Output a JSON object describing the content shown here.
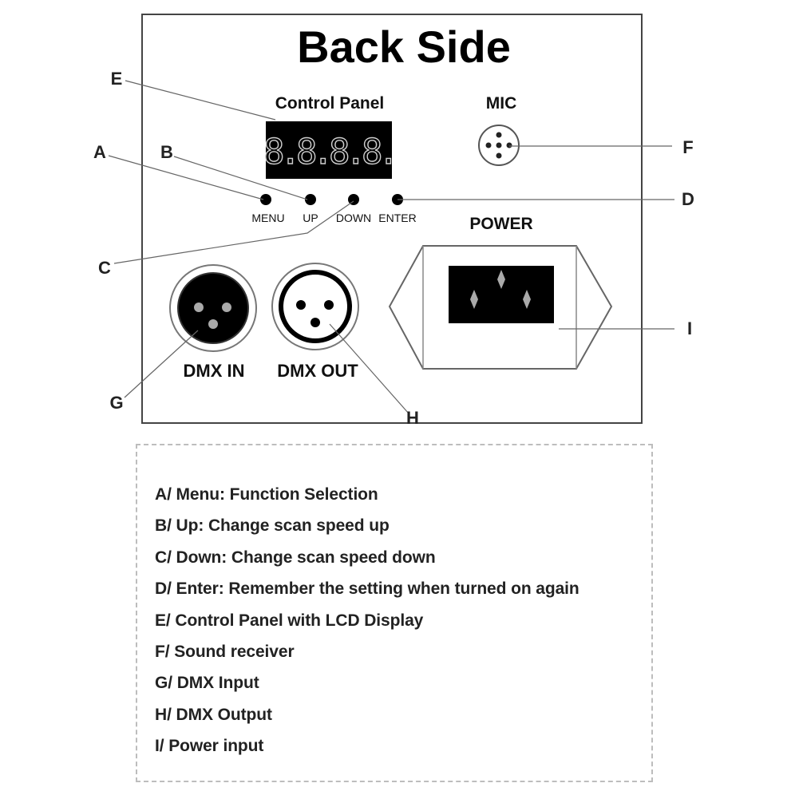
{
  "title": "Back Side",
  "labels": {
    "control_panel": "Control Panel",
    "mic": "MIC",
    "power": "POWER",
    "dmx_in": "DMX IN",
    "dmx_out": "DMX OUT",
    "display_digits": "8.8.8.8."
  },
  "buttons": [
    "MENU",
    "UP",
    "DOWN",
    "ENTER"
  ],
  "callouts": {
    "a": "A",
    "b": "B",
    "c": "C",
    "d": "D",
    "e": "E",
    "f": "F",
    "g": "G",
    "h": "H",
    "i": "I"
  },
  "legend": [
    "A/ Menu: Function Selection",
    "B/ Up: Change scan speed up",
    "C/ Down: Change scan speed down",
    "D/ Enter: Remember the setting when turned on again",
    "E/ Control Panel with LCD Display",
    "F/ Sound receiver",
    "G/ DMX Input",
    "H/ DMX Output",
    "I/ Power input"
  ]
}
